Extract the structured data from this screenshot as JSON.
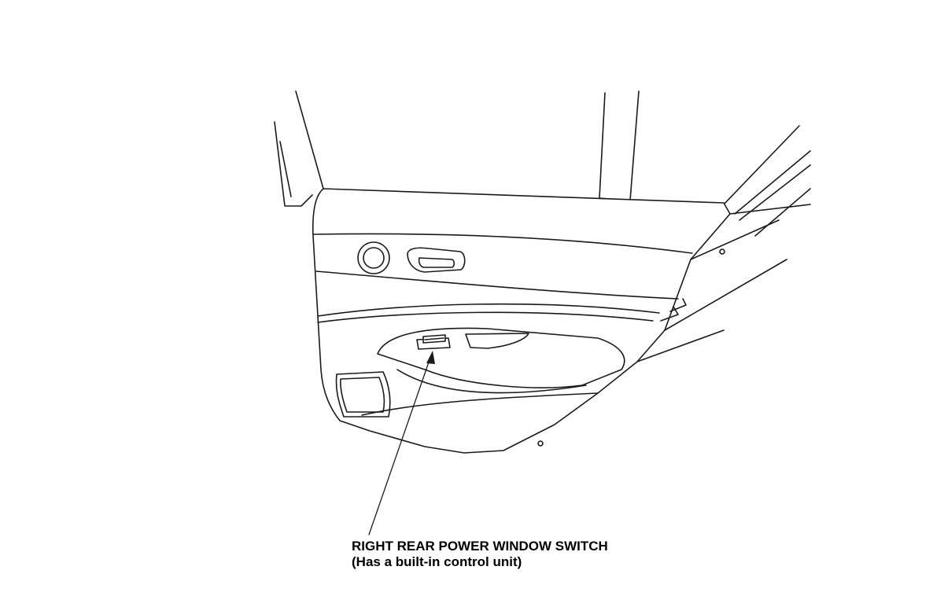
{
  "diagram": {
    "component": "rear-door-trim-panel",
    "callout": {
      "line1": "RIGHT REAR POWER WINDOW SWITCH",
      "line2": "(Has a built-in control unit)"
    },
    "colors": {
      "stroke": "#1a1a1a",
      "fill": "#ffffff",
      "background": "#ffffff"
    }
  }
}
